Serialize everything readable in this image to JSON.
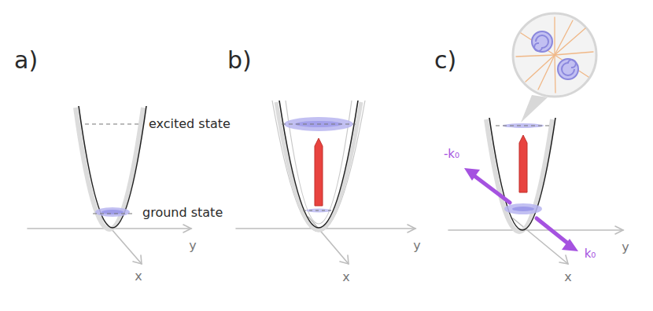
{
  "diagram": {
    "labels": [
      "a)",
      "b)",
      "c)",
      "excited state",
      "ground state",
      "y",
      "x",
      "y",
      "x",
      "y",
      "x",
      "-k₀",
      "k₀"
    ]
  }
}
